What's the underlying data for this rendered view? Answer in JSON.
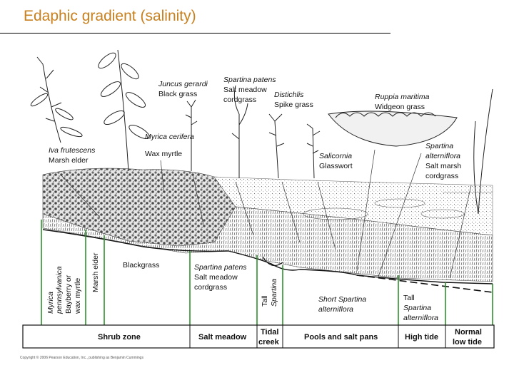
{
  "title": "Edaphic gradient (salinity)",
  "copyright": "Copyright © 2006 Pearson Education, Inc., publishing as Benjamin Cummings",
  "colors": {
    "title": "#c8801e",
    "zone_lines": "#2f8f2f",
    "ink": "#111111"
  },
  "plants": [
    {
      "latin": "Iva frutescens",
      "common": "Marsh elder"
    },
    {
      "latin": "Juncus gerardi",
      "common": "Black grass"
    },
    {
      "latin": "Myrica cerifera",
      "common": "Wax myrtle"
    },
    {
      "latin": "Spartina patens",
      "common": [
        "Salt meadow",
        "cordgrass"
      ]
    },
    {
      "latin": "Distichlis",
      "common": "Spike grass"
    },
    {
      "latin": "Salicornia",
      "common": "Glasswort"
    },
    {
      "latin": "Ruppia maritima",
      "common": "Widgeon grass"
    },
    {
      "latin": "Spartina alterniflora",
      "common": [
        "Salt marsh",
        "cordgrass"
      ]
    }
  ],
  "inline_labels": {
    "myrica_vertical": [
      "Myrica",
      "pennsylvanica",
      "Bayberry or",
      "wax myrtle"
    ],
    "marsh_elder": "Marsh elder",
    "blackgrass": "Blackgrass",
    "spartina_patens": [
      "Spartina patens",
      "Salt meadow",
      "cordgrass"
    ],
    "tall_spartina": [
      "Tall",
      "Spartina"
    ],
    "short_spartina": [
      "Short Spartina",
      "alterniflora"
    ],
    "tall_spartina_alt": [
      "Tall",
      "Spartina",
      "alterniflora"
    ]
  },
  "zones": [
    {
      "label": "Shrub zone"
    },
    {
      "label": "Salt meadow"
    },
    {
      "label": [
        "Tidal",
        "creek"
      ]
    },
    {
      "label": "Pools and salt pans"
    },
    {
      "label": "High tide"
    },
    {
      "label": [
        "Normal",
        "low tide"
      ]
    }
  ]
}
